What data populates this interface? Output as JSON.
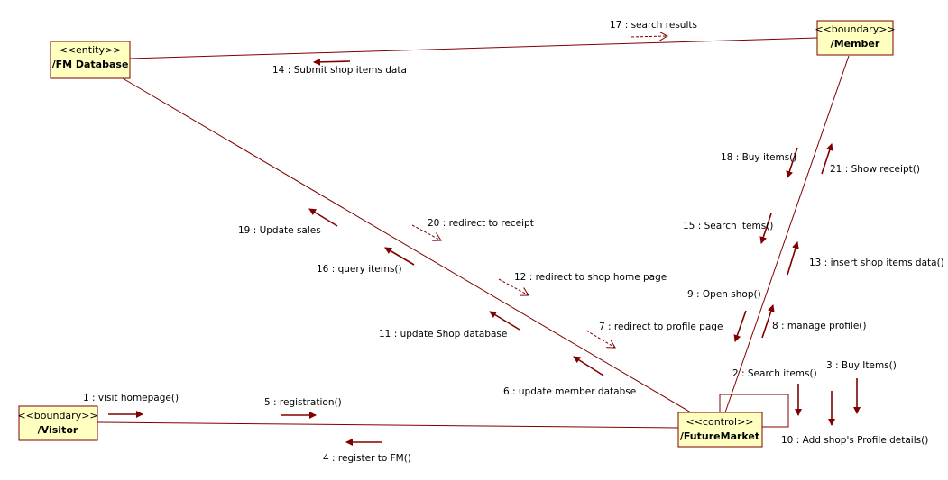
{
  "colors": {
    "node_fill": "#ffffc0",
    "line": "#800000"
  },
  "nodes": {
    "fm_database": {
      "stereotype": "<<entity>>",
      "name": "/FM Database"
    },
    "member": {
      "stereotype": "<<boundary>>",
      "name": "/Member"
    },
    "visitor": {
      "stereotype": "<<boundary>>",
      "name": "/Visitor"
    },
    "futuremarket": {
      "stereotype": "<<control>>",
      "name": "/FutureMarket"
    }
  },
  "messages": {
    "m1": "1 : visit homepage()",
    "m2": "2 : Search items()",
    "m3": "3 : Buy Items()",
    "m4": "4 : register to FM()",
    "m5": "5 : registration()",
    "m6": "6 : update member databse",
    "m7": "7 : redirect to profile page",
    "m8": "8 : manage profile()",
    "m9": "9 : Open shop()",
    "m10": "10 : Add shop's Profile details()",
    "m11": "11 : update Shop database",
    "m12": "12 : redirect to shop home page",
    "m13": "13 : insert shop items data()",
    "m14": "14 : Submit shop items data",
    "m15": "15 : Search items()",
    "m16": "16 : query items()",
    "m17": "17 : search results",
    "m18": "18 : Buy items()",
    "m19": "19 : Update  sales",
    "m20": "20 : redirect to receipt",
    "m21": "21 : Show receipt()"
  }
}
